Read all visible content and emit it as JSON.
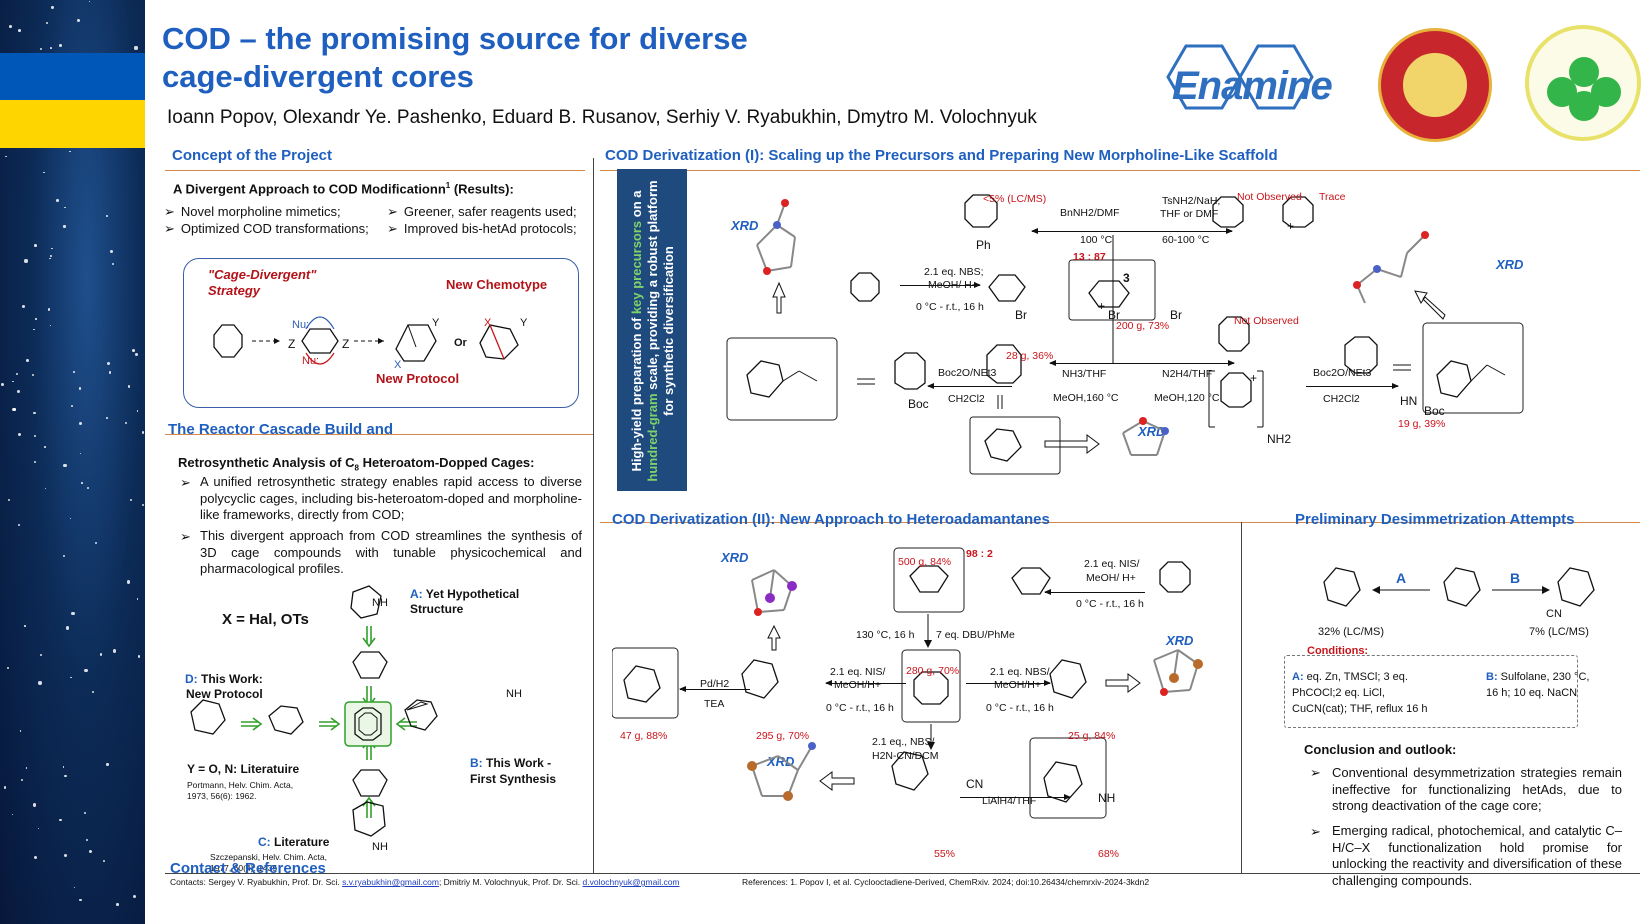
{
  "title_line1": "COD – the promising source for diverse",
  "title_line2": "cage-divergent cores",
  "authors": "Ioann Popov, Olexandr  Ye. Pashenko, Eduard B. Rusanov, Serhiy V. Ryabukhin, Dmytro M. Volochnyuk",
  "logos": {
    "enamine": "Enamine"
  },
  "colors": {
    "heading": "#1f5fbf",
    "accent_red": "#c8141b",
    "rule": "#d6884a",
    "banner": "#1e4a7e"
  },
  "concept": {
    "heading": "Concept of the Project",
    "subheading": "A Divergent Approach to COD Modificationn",
    "subheading_sup": "1",
    "subheading_tail": " (Results):",
    "bullets_left": [
      "Novel morpholine mimetics;",
      "Optimized COD transformations;"
    ],
    "bullets_right": [
      "Greener, safer reagents used;",
      "Improved bis-hetAd protocols;"
    ],
    "strategy_label_1": "\"Cage-Divergent\"",
    "strategy_label_2": "Strategy",
    "new_chemotype": "New Chemotype",
    "new_protocol": "New Protocol",
    "nu": "Nu:",
    "z": "Z",
    "or": "Or",
    "x": "X",
    "y": "Y"
  },
  "reactor": {
    "heading": "The Reactor Cascade Build and",
    "subheading_pre": "Retrosynthetic Analysis of C",
    "subheading_sub": "8",
    "subheading_post": " Heteroatom-Dopped Cages:",
    "bullets": [
      "A unified retrosynthetic strategy enables rapid access to diverse polycyclic cages, including bis-heteroatom-doped and morpholine-like frameworks, directly from COD;",
      "This divergent approach from COD streamlines the synthesis of 3D cage compounds with tunable physicochemical and pharmacological profiles."
    ],
    "x_def": "X = Hal, OTs",
    "a_label": "A:",
    "a_text_1": "Yet Hypothetical",
    "a_text_2": "Structure",
    "d_label": "D:",
    "d_text_1": "This Work:",
    "d_text_2": "New Protocol",
    "y_text": "Y = O, N: Literatuire",
    "ref_d_1": "Portmann, Helv. Chim. Acta,",
    "ref_d_2": "1973, 56(6): 1962.",
    "b_label": "B:",
    "b_text_1": "This Work -",
    "b_text_2": "First Synthesis",
    "c_label": "C:",
    "c_text": "Literature",
    "ref_c_1": "Szczepanski, Helv. Chim. Acta,",
    "ref_c_2": "1977, 60(4): 1435",
    "nh": "NH"
  },
  "contact_heading": "Contact & References",
  "deriv1": {
    "heading_pre": "COD Derivatization (",
    "heading_roman": "I",
    "heading_post": "): Scaling up the Precursors and Preparing New Morpholine-Like Scaffold",
    "banner_pre": "High-yield preparation of ",
    "banner_key": "key precursors",
    "banner_mid": " on a ",
    "banner_hg": "hundred-gram",
    "banner_post": " scale, providing a robust platform for synthetic diversification",
    "lcms_5": "<5% (LC/MS)",
    "not_observed_1": "Not Observed",
    "trace": "Trace",
    "cond_bnnh2": "BnNH2/DMF",
    "cond_100": "100 °C",
    "cond_tsnh2": "TsNH2/NaH;",
    "cond_thf": "THF or DMF",
    "cond_60": "60-100 °C",
    "ratio_13_87": "13 : 87",
    "cond_nbs": "2.1 eq. NBS;",
    "cond_meoh": "MeOH/ H+",
    "cond_rt": "0 °C - r.t., 16 h",
    "yield_200": "200 g, 73%",
    "not_observed_2": "Not Observed",
    "yield_28": "28 g, 36%",
    "cond_boc": "Boc2O/NEt3",
    "cond_ch2cl2": "CH2Cl2",
    "cond_nh3": "NH3/THF",
    "cond_meoh160": "MeOH,160 °C",
    "cond_n2h4": "N2H4/THF",
    "cond_meoh120": "MeOH,120 °C",
    "cond_boc2": "Boc2O/NEt3",
    "cond_ch2cl2_2": "CH2Cl2",
    "yield_19": "19 g, 39%",
    "xrd": "XRD",
    "ph": "Ph",
    "boc": "Boc",
    "hn_boc": "HN",
    "nh2": "NH2",
    "three": "3",
    "br": "Br",
    "plus": "+"
  },
  "deriv2": {
    "heading_pre": "COD Derivatization (",
    "heading_roman": "II",
    "heading_post": "): New Approach to Heteroadamantanes",
    "yield_500": "500 g, 84%",
    "ratio_98_2": "98 : 2",
    "cond_nis": "2.1 eq. NIS/",
    "cond_meoh": "MeOH/ H+",
    "cond_rt": "0 °C - r.t., 16 h",
    "cond_130": "130 °C, 16 h",
    "cond_dbu": "7 eq. DBU/PhMe",
    "yield_280": "280 g, 70%",
    "cond_nis_l": "2.1 eq. NIS/",
    "cond_meoh_l": "MeOH/H+",
    "cond_rt_l": "0 °C - r.t., 16 h",
    "cond_nbs_r": "2.1 eq. NBS/",
    "cond_meoh_r": "MeOH/H+",
    "cond_rt_r": "0 °C - r.t., 16 h",
    "cond_pd": "Pd/H2",
    "cond_tea": "TEA",
    "yield_47": "47 g, 88%",
    "yield_295": "295 g, 70%",
    "yield_25": "25 g, 84%",
    "cond_nbs_d": "2.1 eq., NBS/",
    "cond_h2n": "H2N-CN/DCM",
    "cond_lialh4": "LiAlH4/THF",
    "yield_55": "55%",
    "yield_68": "68%",
    "xrd": "XRD",
    "cn": "CN",
    "nh": "NH"
  },
  "desym": {
    "heading": "Preliminary Desimmetrization Attempts",
    "a": "A",
    "b": "B",
    "lcms_32": "32% (LC/MS)",
    "lcms_7": "7% (LC/MS)",
    "cn": "CN",
    "conditions_heading": "Conditions:",
    "cond_a_label": "A:",
    "cond_a_1": " eq. Zn, TMSCl; 3 eq.",
    "cond_a_2": "PhCOCl;2 eq. LiCl,",
    "cond_a_3": "CuCN(cat); THF, reflux 16 h",
    "cond_b_label": "B:",
    "cond_b_1": " Sulfolane, 230 °C,",
    "cond_b_2": "16 h; 10 eq. NaCN",
    "conclusion_heading": "Conclusion and outlook:",
    "bullets": [
      "Conventional desymmetrization strategies remain ineffective for functionalizing hetAds, due to strong deactivation of the cage core;",
      "Emerging radical, photochemical, and catalytic C–H/C–X functionalization hold promise for unlocking the reactivity and diversification of these challenging compounds."
    ]
  },
  "footer": {
    "contacts_pre": "Contacts: Sergey V. Ryabukhin, Prof. Dr. Sci. ",
    "email1": "s.v.ryabukhin@gmail.com",
    "contacts_mid": "; Dmitriy M. Volochnyuk, Prof. Dr. Sci. ",
    "email2": "d.volochnyuk@gmail.com",
    "references": "References: 1. Popov I, et al. Cyclooctadiene-Derived, ChemRxiv. 2024; doi:10.26434/chemrxiv-2024-3kdn2"
  }
}
